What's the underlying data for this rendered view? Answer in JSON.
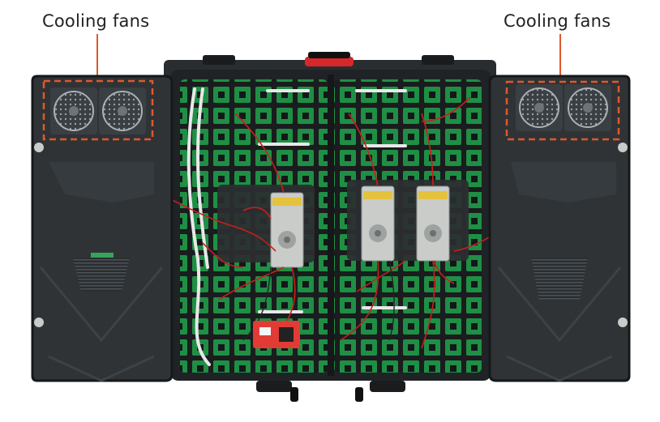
{
  "annotations": {
    "left_label": "Cooling fans",
    "right_label": "Cooling fans"
  },
  "colors": {
    "callout_orange": "#e0582a",
    "panel_dark": "#2f3336",
    "module_green": "#1f8f45",
    "frame_black": "#1a1c1e",
    "psu_silver": "#c9ccc9",
    "wire_red": "#c8201c",
    "control_card": "#e23b35"
  },
  "icons": {
    "fan": "fan-icon",
    "power_supply": "power-supply-unit",
    "control_card": "receiving-card",
    "handle": "carry-handle"
  }
}
